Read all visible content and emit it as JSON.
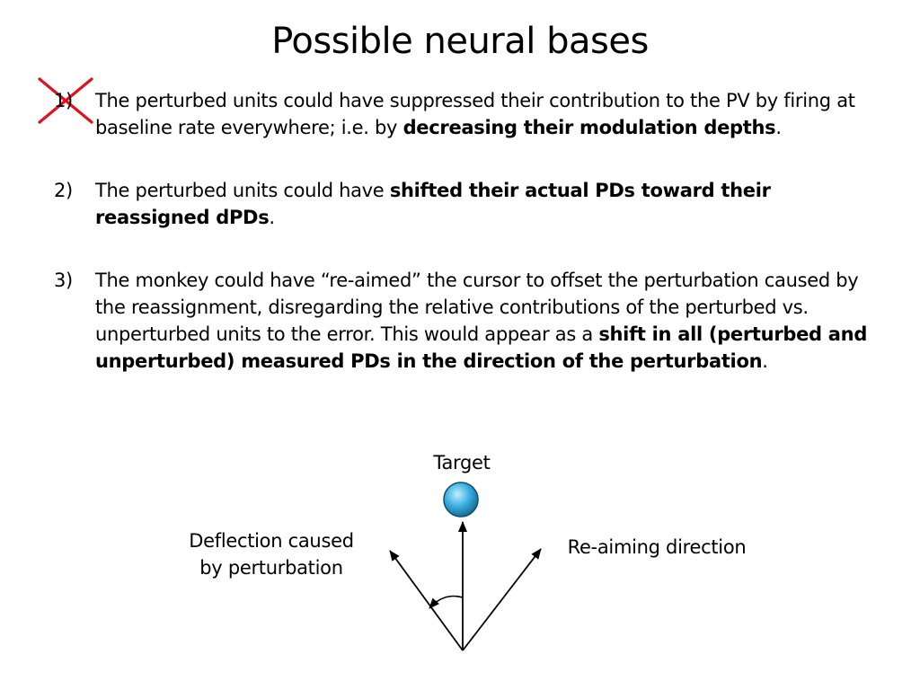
{
  "title": "Possible neural bases",
  "items": [
    {
      "number": "1)",
      "text_before": "The perturbed units could have suppressed their contribution to the PV by firing at baseline rate everywhere; i.e. by ",
      "bold": "decreasing their modulation depths",
      "text_after": "."
    },
    {
      "number": "2)",
      "text_before": "The perturbed units could have ",
      "bold": "shifted their actual PDs toward their reassigned dPDs",
      "text_after": "."
    },
    {
      "number": "3)",
      "text_before": "The monkey could have “re-aimed” the cursor to offset the perturbation caused by the reassignment, disregarding the relative contributions of the perturbed vs. unperturbed units to the error. This would appear as a ",
      "bold": "shift in all (perturbed and unperturbed) measured PDs in the direction of the perturbation",
      "text_after": "."
    }
  ],
  "cross_mark_color": "#e0101e",
  "diagram": {
    "target_label": "Target",
    "deflection_label_line1": "Deflection caused",
    "deflection_label_line2": "by perturbation",
    "reaiming_label": "Re-aiming direction",
    "target_color": "#3aaee0"
  }
}
